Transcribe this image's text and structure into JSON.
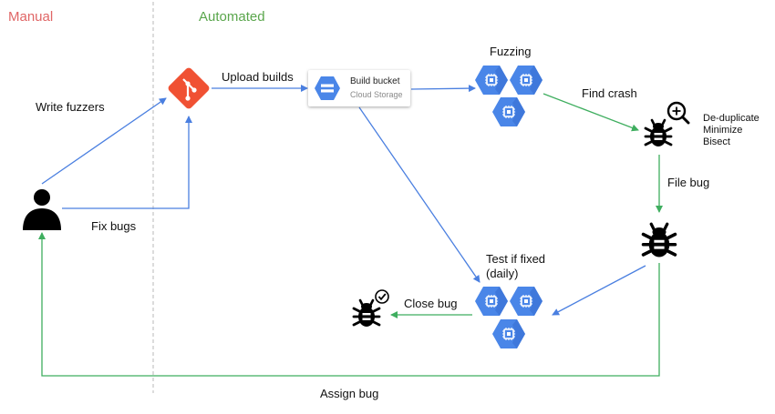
{
  "headers": {
    "manual": "Manual",
    "automated": "Automated"
  },
  "labels": {
    "write_fuzzers": "Write fuzzers",
    "upload_builds": "Upload builds",
    "fix_bugs": "Fix bugs",
    "fuzzing": "Fuzzing",
    "find_crash": "Find crash",
    "dedup": [
      "De-duplicate",
      "Minimize",
      "Bisect"
    ],
    "file_bug": "File bug",
    "test_if_fixed": [
      "Test if fixed",
      "(daily)"
    ],
    "close_bug": "Close bug",
    "assign_bug": "Assign bug"
  },
  "build_bucket": {
    "title": "Build bucket",
    "subtitle": "Cloud Storage"
  },
  "icons": {
    "person": "person-icon",
    "git": "git-icon",
    "bucket": "cloud-storage-icon",
    "compute": "compute-engine-icon",
    "bug": "bug-icon",
    "bug_search": "bug-search-icon",
    "bug_check": "bug-check-icon"
  },
  "colors": {
    "manual": "#e06666",
    "automated": "#5aa64c",
    "blue_arrow": "#4a7fe0",
    "green_arrow": "#3fae5f",
    "gcp_blue": "#4a86e8",
    "git_orange": "#f05133",
    "divider": "#b8b8b8"
  }
}
